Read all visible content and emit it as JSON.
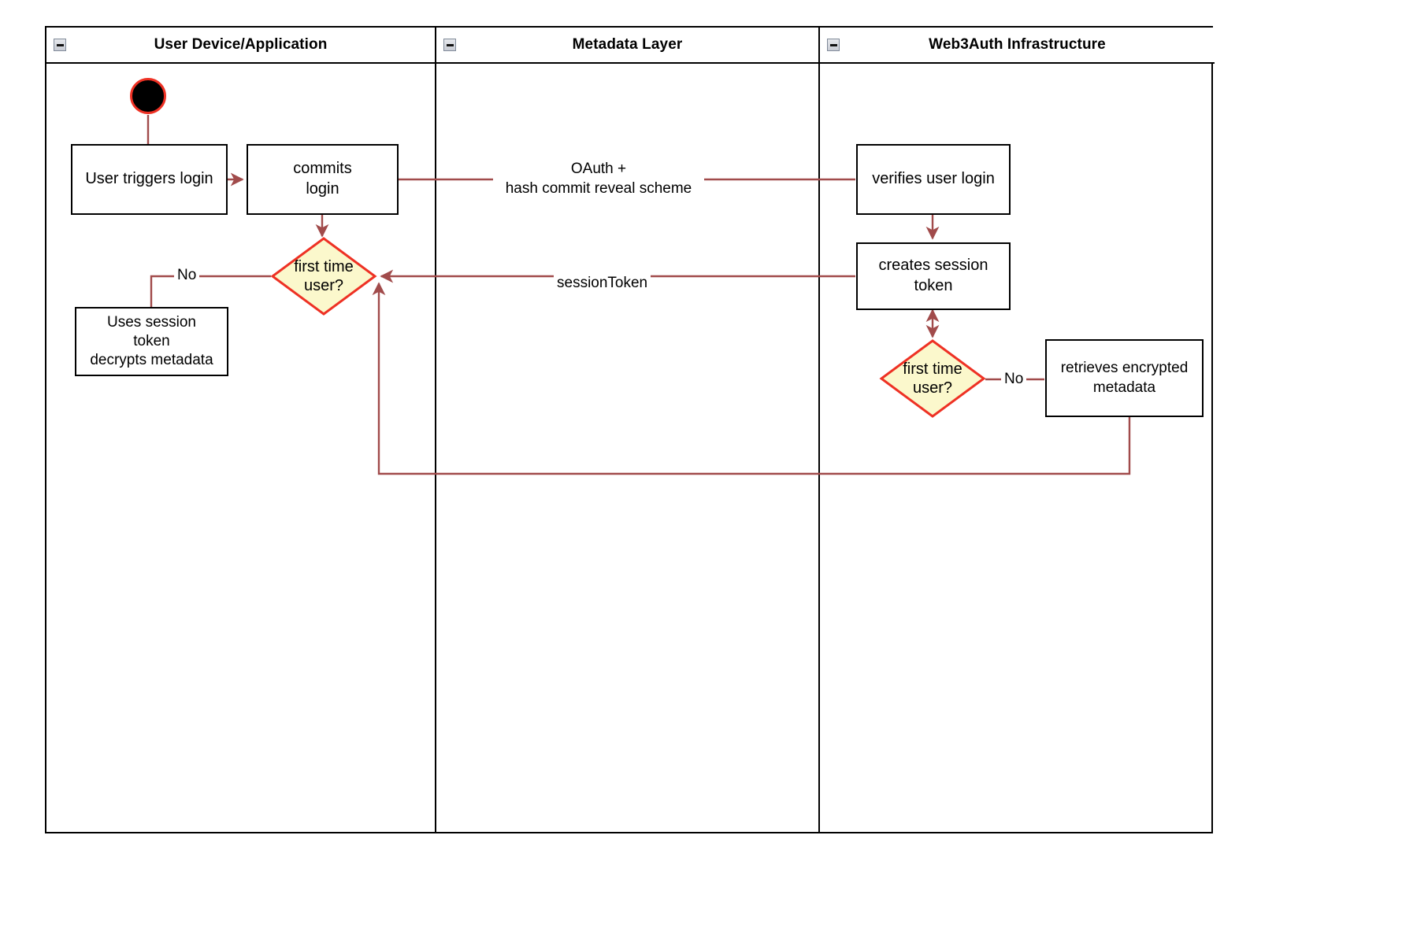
{
  "diagram": {
    "title": "Web3Auth login activity diagram",
    "type": "uml-activity-swimlane",
    "colors": {
      "edge": "#a14b4b",
      "decision_fill": "#fbf8cc",
      "decision_stroke": "#ee3124",
      "start_fill": "#000000",
      "start_stroke": "#ee3124",
      "node_stroke": "#000000",
      "lane_stroke": "#000000",
      "background": "#ffffff"
    }
  },
  "lanes": [
    {
      "id": "user-device",
      "label": "User Device/Application",
      "collapse_icon": "minus-icon"
    },
    {
      "id": "metadata-layer",
      "label": "Metadata Layer",
      "collapse_icon": "minus-icon"
    },
    {
      "id": "web3auth",
      "label": "Web3Auth Infrastructure",
      "collapse_icon": "minus-icon"
    }
  ],
  "nodes": [
    {
      "id": "start",
      "lane": "user-device",
      "kind": "initial-node",
      "label": ""
    },
    {
      "id": "user-triggers-login",
      "lane": "user-device",
      "kind": "activity",
      "label": "User triggers login"
    },
    {
      "id": "commits-login",
      "lane": "user-device",
      "kind": "activity",
      "label": "commits\nlogin"
    },
    {
      "id": "first-time-user-left",
      "lane": "user-device",
      "kind": "decision",
      "label": "first time\nuser?"
    },
    {
      "id": "uses-session-token",
      "lane": "user-device",
      "kind": "activity",
      "label": "Uses session\ntoken\ndecrypts metadata"
    },
    {
      "id": "verifies-user-login",
      "lane": "web3auth",
      "kind": "activity",
      "label": "verifies user login"
    },
    {
      "id": "creates-session-token",
      "lane": "web3auth",
      "kind": "activity",
      "label": "creates session\ntoken"
    },
    {
      "id": "first-time-user-right",
      "lane": "web3auth",
      "kind": "decision",
      "label": "first time\nuser?"
    },
    {
      "id": "retrieves-encrypted-metadata",
      "lane": "web3auth",
      "kind": "activity",
      "label": "retrieves encrypted\nmetadata"
    }
  ],
  "edge_labels": {
    "oauth": "OAuth +\nhash commit reveal scheme",
    "session_token": "sessionToken",
    "no_left": "No",
    "no_right": "No"
  },
  "edges": [
    {
      "from": "start",
      "to": "user-triggers-login",
      "label": ""
    },
    {
      "from": "user-triggers-login",
      "to": "commits-login",
      "label": ""
    },
    {
      "from": "commits-login",
      "to": "verifies-user-login",
      "label": "OAuth +\nhash commit reveal scheme"
    },
    {
      "from": "commits-login",
      "to": "first-time-user-left",
      "label": ""
    },
    {
      "from": "verifies-user-login",
      "to": "creates-session-token",
      "label": ""
    },
    {
      "from": "creates-session-token",
      "to": "first-time-user-left",
      "label": "sessionToken"
    },
    {
      "from": "first-time-user-left",
      "to": "uses-session-token",
      "label": "No"
    },
    {
      "from": "creates-session-token",
      "to": "first-time-user-right",
      "label": "",
      "bidirectional": true
    },
    {
      "from": "first-time-user-right",
      "to": "retrieves-encrypted-metadata",
      "label": "No"
    },
    {
      "from": "retrieves-encrypted-metadata",
      "to": "first-time-user-left",
      "label": ""
    }
  ]
}
